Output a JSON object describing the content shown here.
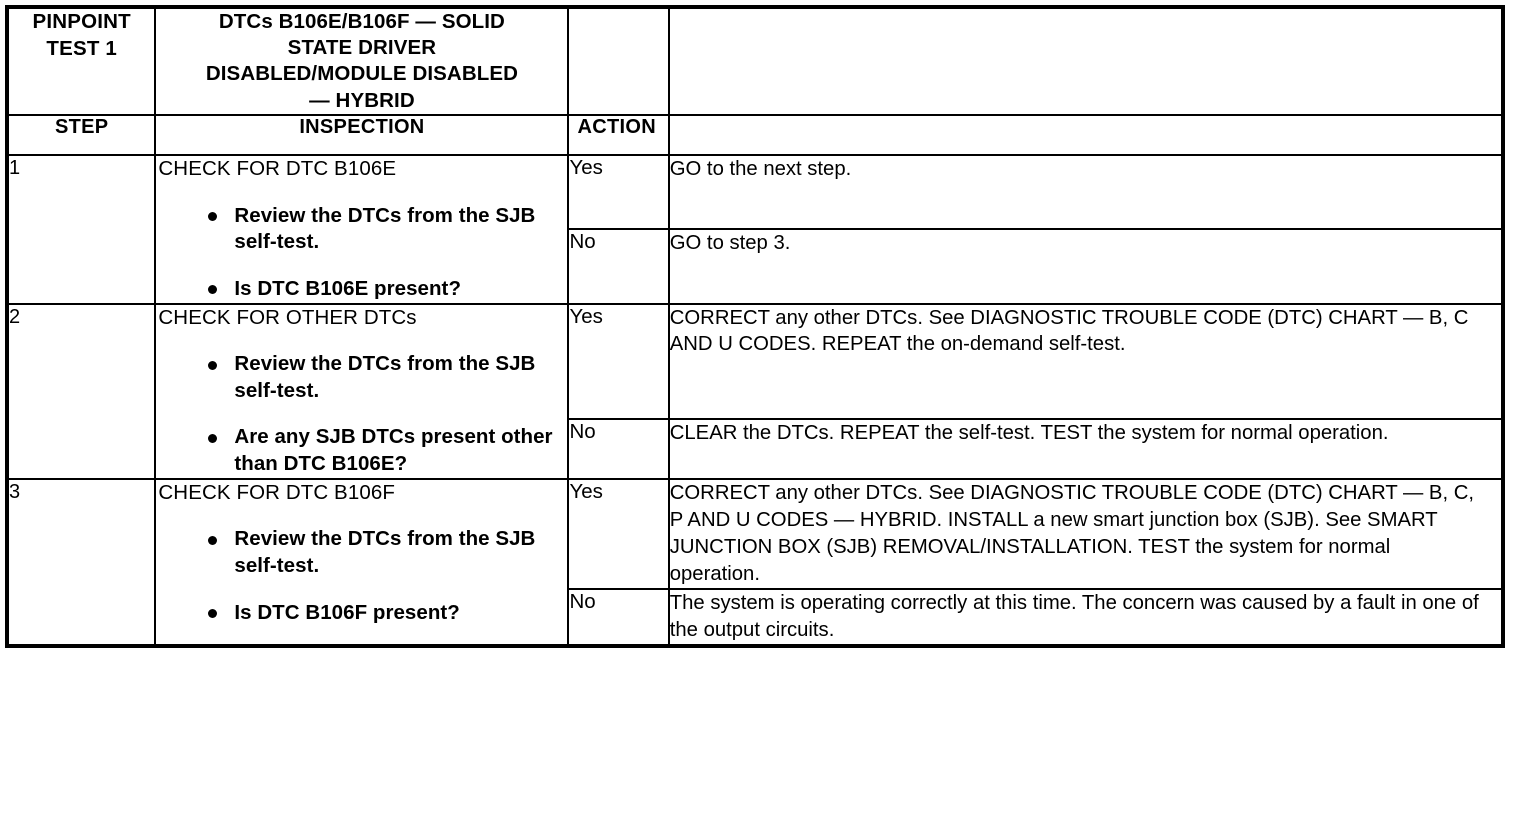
{
  "table": {
    "header": {
      "test_label": "PINPOINT TEST 1",
      "test_label_line1": "PINPOINT",
      "test_label_line2": "TEST 1",
      "title": "DTCs B106E/B106F — SOLID STATE DRIVER DISABLED/MODULE DISABLED — HYBRID",
      "title_line1": "DTCs B106E/B106F — SOLID",
      "title_line2": "STATE DRIVER",
      "title_line3": "DISABLED/MODULE DISABLED",
      "title_line4": "— HYBRID"
    },
    "columns": {
      "step": "STEP",
      "inspection": "INSPECTION",
      "action": "ACTION",
      "result": ""
    },
    "rows": [
      {
        "step": "1",
        "inspection": {
          "title": "CHECK FOR DTC B106E",
          "bullets": [
            "Review the DTCs from the SJB self-test.",
            "Is DTC B106E present?"
          ]
        },
        "outcomes": [
          {
            "answer": "Yes",
            "action": "GO to the next step."
          },
          {
            "answer": "No",
            "action": "GO to step 3."
          }
        ]
      },
      {
        "step": "2",
        "inspection": {
          "title": "CHECK FOR OTHER DTCs",
          "bullets": [
            "Review the DTCs from the SJB self-test.",
            "Are any SJB DTCs present other than DTC B106E?"
          ]
        },
        "outcomes": [
          {
            "answer": "Yes",
            "action": "CORRECT any other DTCs. See DIAGNOSTIC TROUBLE CODE (DTC) CHART — B, C AND U CODES. REPEAT the on-demand self-test."
          },
          {
            "answer": "No",
            "action": "CLEAR the DTCs. REPEAT the self-test. TEST the system for normal operation."
          }
        ]
      },
      {
        "step": "3",
        "inspection": {
          "title": "CHECK FOR DTC B106F",
          "bullets": [
            "Review the DTCs from the SJB self-test.",
            "Is DTC B106F present?"
          ]
        },
        "outcomes": [
          {
            "answer": "Yes",
            "action": "CORRECT any other DTCs. See DIAGNOSTIC TROUBLE CODE (DTC) CHART — B, C, P AND U CODES — HYBRID. INSTALL a new smart junction box (SJB). See SMART JUNCTION BOX (SJB) REMOVAL/INSTALLATION. TEST the system for normal operation."
          },
          {
            "answer": "No",
            "action": "The system is operating correctly at this time. The concern was caused by a fault in one of the output circuits."
          }
        ]
      }
    ]
  },
  "colors": {
    "border": "#000000",
    "text": "#000000",
    "background": "#ffffff"
  }
}
